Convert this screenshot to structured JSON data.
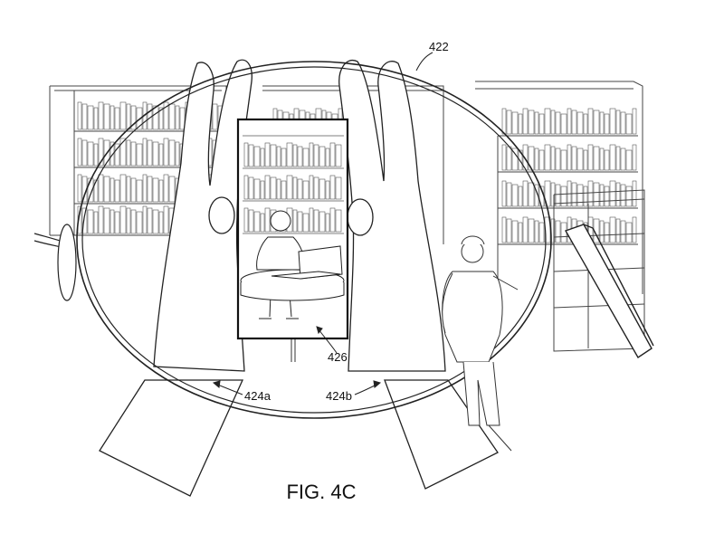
{
  "figure": {
    "caption": "FIG. 4C",
    "labels": {
      "display": "422",
      "hand_left": "424a",
      "hand_right": "424b",
      "frame": "426"
    }
  }
}
